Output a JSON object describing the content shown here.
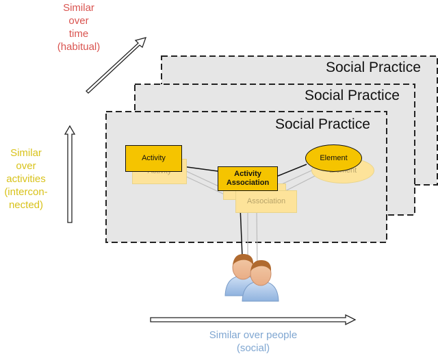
{
  "axes": {
    "time": [
      "Similar",
      "over",
      "time",
      "(habitual)"
    ],
    "activities": [
      "Similar",
      "over",
      "activities",
      "(intercon-",
      "nected)"
    ],
    "people": [
      "Similar over people",
      "(social)"
    ]
  },
  "cards": [
    {
      "title": "Social Practice"
    },
    {
      "title": "Social Practice"
    },
    {
      "title": "Social Practice"
    }
  ],
  "nodes": {
    "activity": "Activity",
    "activity_ghost": "Activity",
    "element": "Element",
    "element_ghost": "Element",
    "association_line1": "Activity",
    "association_line2": "Association",
    "association_ghost1": "Association",
    "association_ghost2": "Association"
  },
  "colors": {
    "time_label": "#d9534f",
    "activities_label": "#d8c21a",
    "people_label": "#7fa6d1",
    "node_fill": "#f5c400",
    "ghost_fill": "#fde39a",
    "card_fill": "#e6e6e6"
  },
  "icons": {
    "people": "people-icon"
  }
}
